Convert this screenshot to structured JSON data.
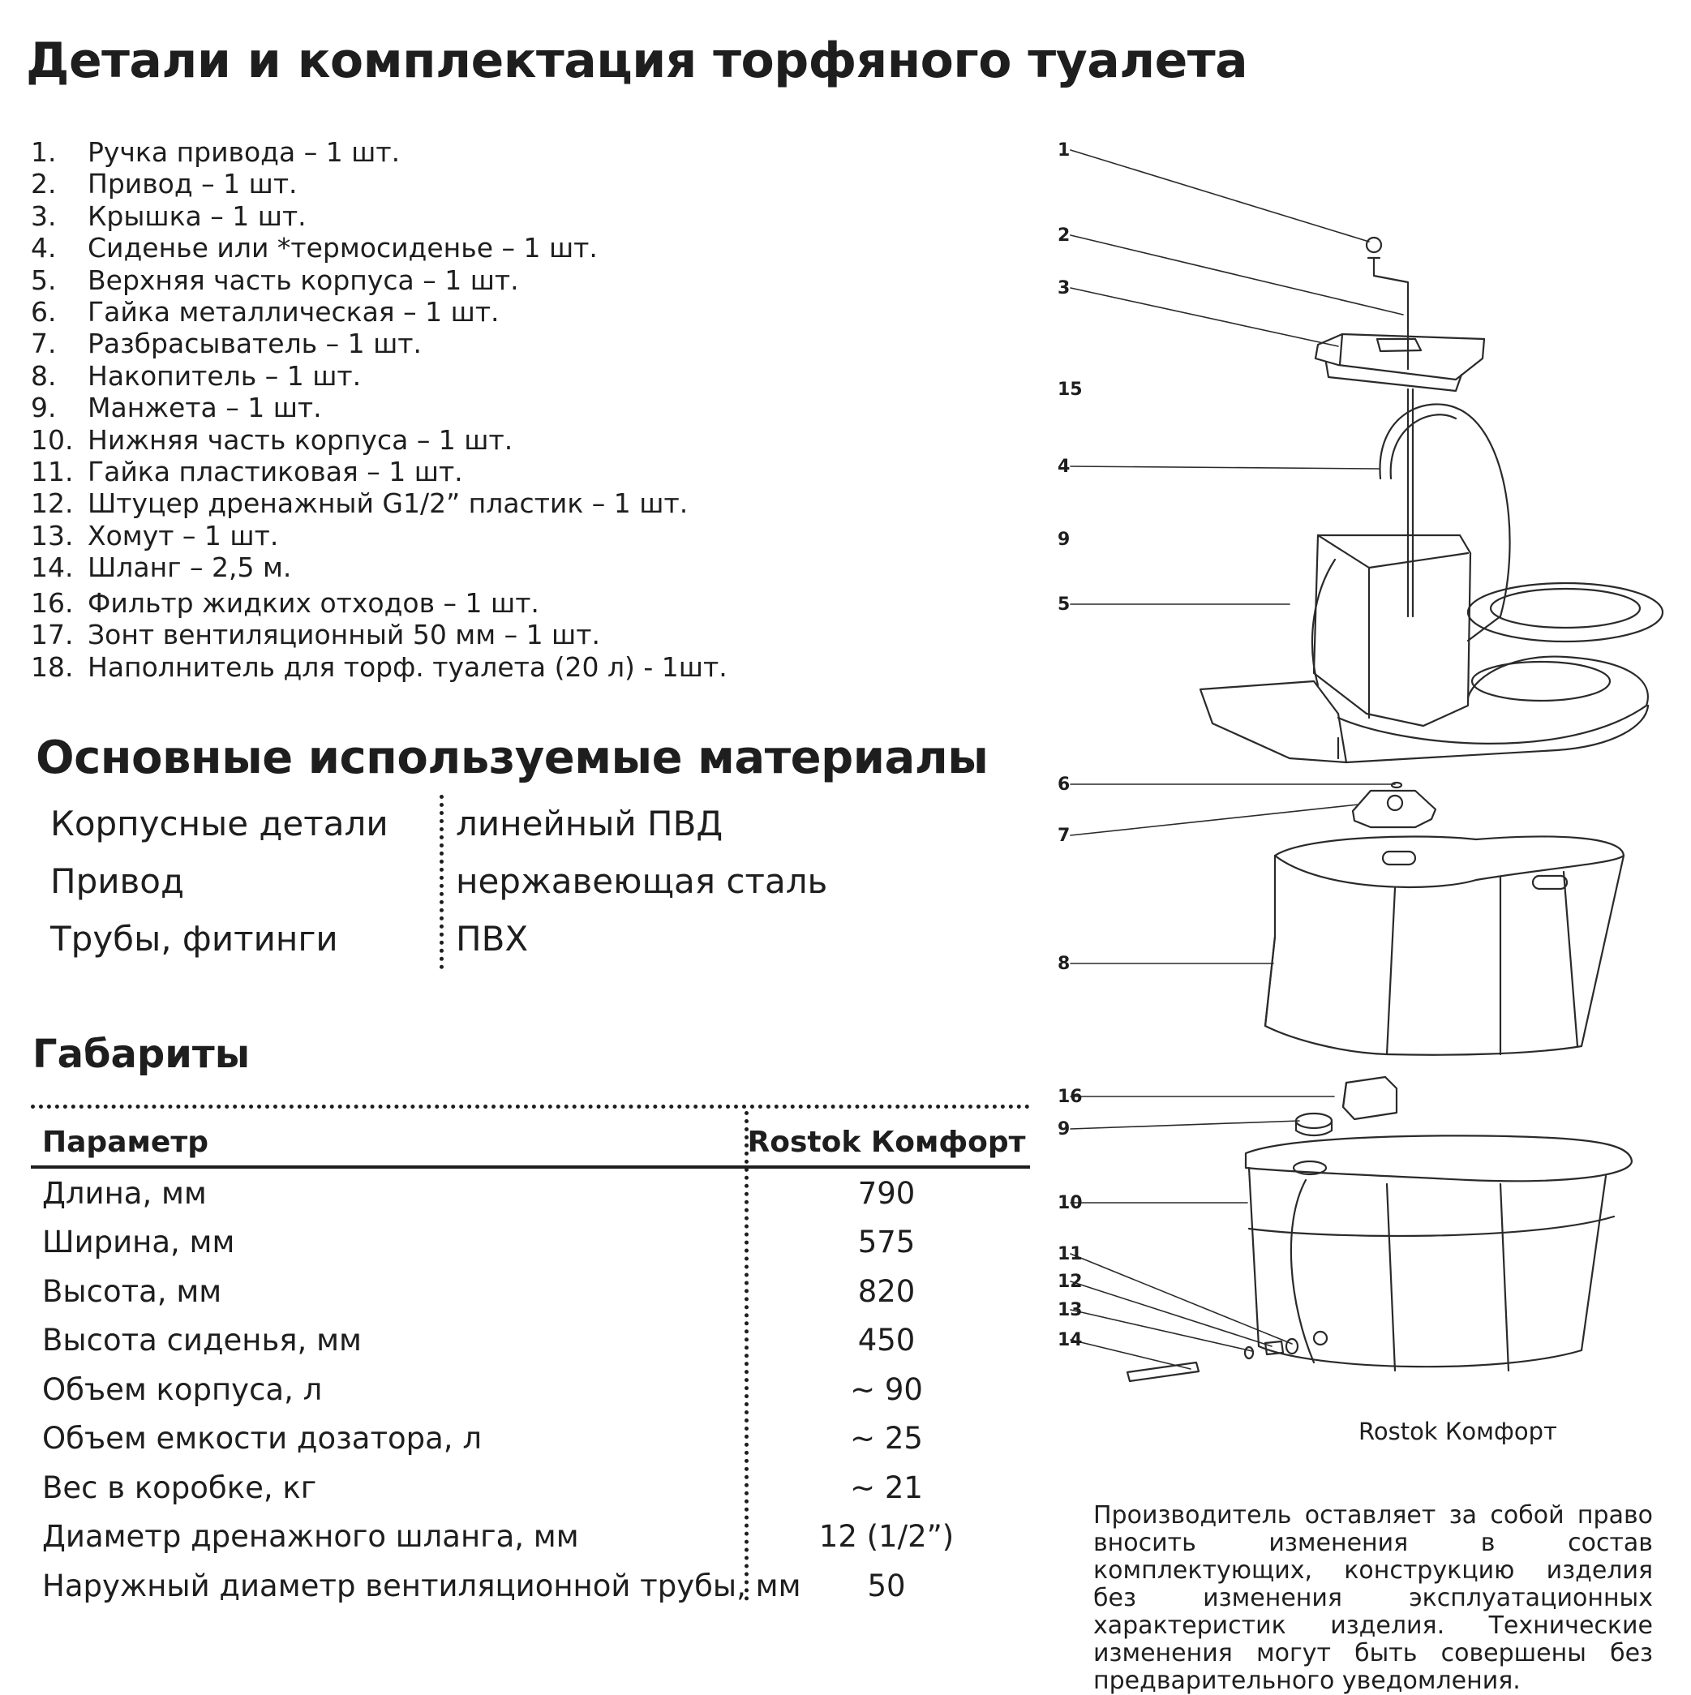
{
  "title": "Детали и комплектация торфяного туалета",
  "parts": [
    {
      "num": "1.",
      "text": "Ручка привода – 1 шт."
    },
    {
      "num": "2.",
      "text": "Привод – 1 шт."
    },
    {
      "num": "3.",
      "text": "Крышка – 1 шт."
    },
    {
      "num": "4.",
      "text": "Сиденье или *термосиденье – 1 шт."
    },
    {
      "num": "5.",
      "text": "Верхняя часть корпуса – 1 шт."
    },
    {
      "num": "6.",
      "text": "Гайка металлическая – 1 шт."
    },
    {
      "num": "7.",
      "text": "Разбрасыватель – 1 шт."
    },
    {
      "num": "8.",
      "text": "Накопитель – 1 шт."
    },
    {
      "num": "9.",
      "text": "Манжета – 1 шт."
    },
    {
      "num": "10.",
      "text": "Нижняя часть корпуса – 1 шт."
    },
    {
      "num": "11.",
      "text": "Гайка пластиковая – 1 шт."
    },
    {
      "num": "12.",
      "text": "Штуцер дренажный G1/2” пластик – 1 шт."
    },
    {
      "num": "13.",
      "text": "Хомут – 1 шт."
    },
    {
      "num": "14.",
      "text": "Шланг – 2,5 м."
    },
    {
      "num": "16.",
      "text": "Фильтр жидких отходов – 1 шт."
    },
    {
      "num": "17.",
      "text": "Зонт вентиляционный 50 мм – 1 шт."
    },
    {
      "num": "18.",
      "text": "Наполнитель для торф. туалета (20 л) - 1шт."
    }
  ],
  "materials_title": "Основные используемые материалы",
  "materials": [
    {
      "part": "Корпусные детали",
      "material": "линейный ПВД"
    },
    {
      "part": "Привод",
      "material": "нержавеющая сталь"
    },
    {
      "part": "Трубы, фитинги",
      "material": "ПВХ"
    }
  ],
  "dimensions_title": "Габариты",
  "dimensions_table": {
    "headers": [
      "Параметр",
      "Rostok Комфорт"
    ],
    "rows": [
      [
        "Длина, мм",
        "790"
      ],
      [
        "Ширина, мм",
        "575"
      ],
      [
        "Высота, мм",
        "820"
      ],
      [
        "Высота сиденья, мм",
        "450"
      ],
      [
        "Объем корпуса, л",
        "~ 90"
      ],
      [
        "Объем емкости дозатора, л",
        "~ 25"
      ],
      [
        "Вес в коробке, кг",
        "~ 21"
      ],
      [
        "Диаметр дренажного шланга, мм",
        "12 (1/2”)"
      ],
      [
        "Наружный диаметр вентиляционной трубы, мм",
        "50"
      ]
    ]
  },
  "drawing": {
    "labels": [
      "1",
      "2",
      "3",
      "15",
      "4",
      "9",
      "5",
      "6",
      "7",
      "8",
      "16",
      "9",
      "10",
      "11",
      "12",
      "13",
      "14"
    ]
  },
  "caption": "Rostok Комфорт",
  "note": "Производитель оставляет за собой право вносить изменения в состав комплектующих, конструкцию изделия без изменения эксплуатационных характеристик изделия. Технические изменения могут быть совершены без предварительного уведомления."
}
